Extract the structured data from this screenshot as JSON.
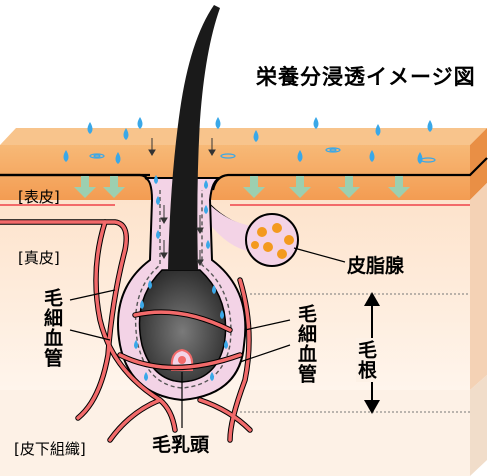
{
  "title": "栄養分浸透イメージ図",
  "layers": {
    "epidermis": "[表皮]",
    "dermis": "[真皮]",
    "subcutaneous": "[皮下組織]"
  },
  "labels": {
    "sebaceous_gland": "皮脂腺",
    "capillary_left": "毛細血管",
    "capillary_right": "毛細血管",
    "hair_root": "毛根",
    "dermal_papilla": "毛乳頭"
  },
  "colors": {
    "epidermis": "#f5b06a",
    "dermis": "#fde9d7",
    "subcutaneous": "#fdf3ea",
    "hair": "#1a1a1a",
    "follicle_sheath": "#f3d3e6",
    "blood_vessel": "#f26a6a",
    "droplet": "#3aa8e8",
    "arrow": "#9ccfb0",
    "sebum": "#f39a1e"
  },
  "icons": [
    "water-drop-icon",
    "down-arrow-icon",
    "double-arrow-icon"
  ]
}
